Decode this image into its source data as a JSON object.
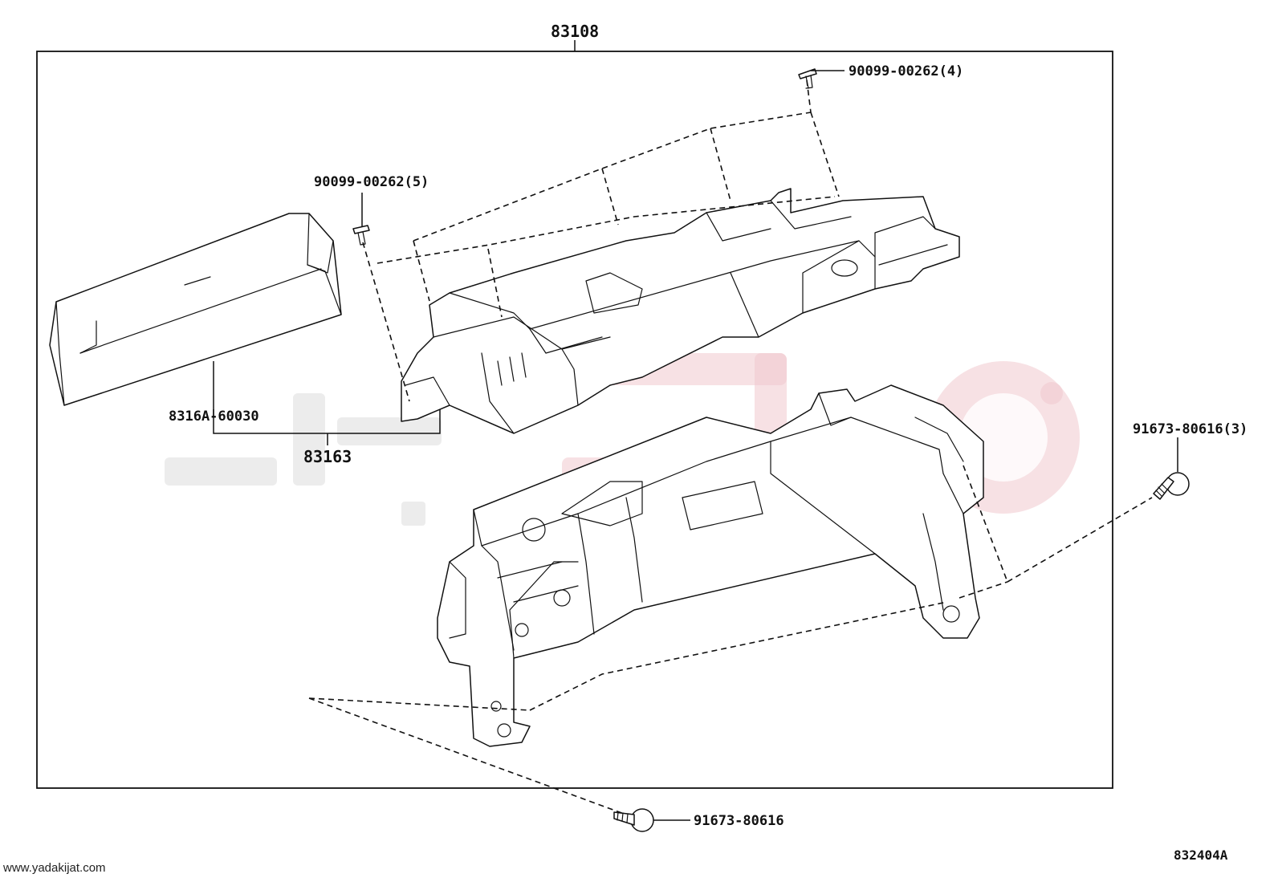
{
  "diagram": {
    "assembly_number": "83108",
    "sub_assembly_number": "83163",
    "labels": {
      "screw_top_right": "90099-00262(4)",
      "screw_top_left": "90099-00262(5)",
      "lens_cover": "8316A-60030",
      "bolt_right": "91673-80616(3)",
      "bolt_bottom": "91673-80616"
    },
    "figure_code": "832404A",
    "watermark_url": "www.yadakijat.com"
  }
}
